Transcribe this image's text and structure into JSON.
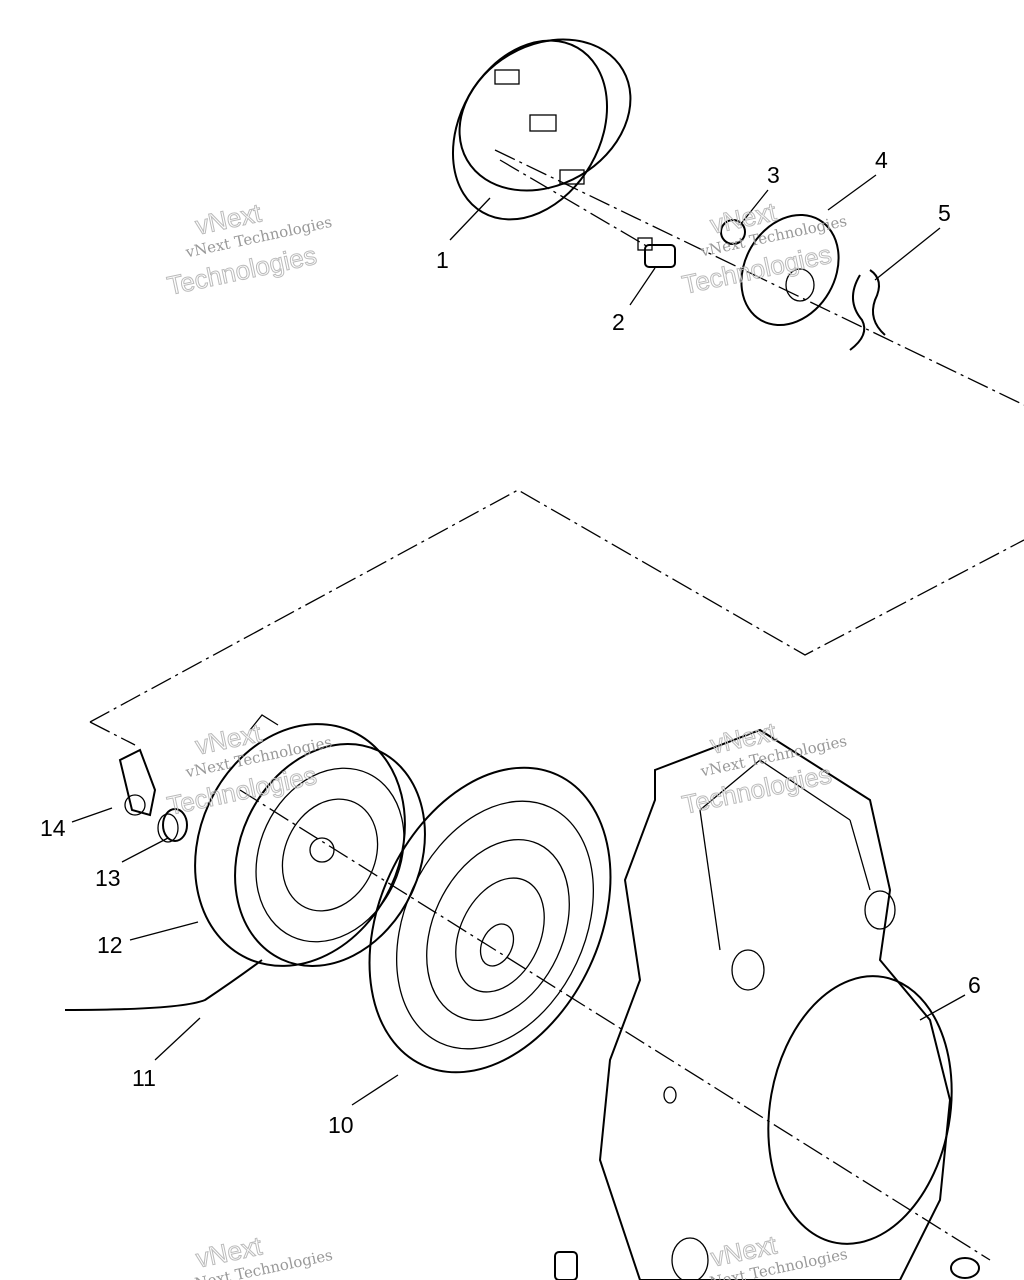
{
  "diagram": {
    "watermark": {
      "line1": "vNext",
      "line2": "vNext Technologies",
      "line3": "Technologies"
    },
    "callouts": [
      {
        "id": "1",
        "label": "1"
      },
      {
        "id": "2",
        "label": "2"
      },
      {
        "id": "3",
        "label": "3"
      },
      {
        "id": "4",
        "label": "4"
      },
      {
        "id": "5",
        "label": "5"
      },
      {
        "id": "6",
        "label": "6"
      },
      {
        "id": "10",
        "label": "10"
      },
      {
        "id": "11",
        "label": "11"
      },
      {
        "id": "12",
        "label": "12"
      },
      {
        "id": "13",
        "label": "13"
      },
      {
        "id": "14",
        "label": "14"
      }
    ]
  }
}
